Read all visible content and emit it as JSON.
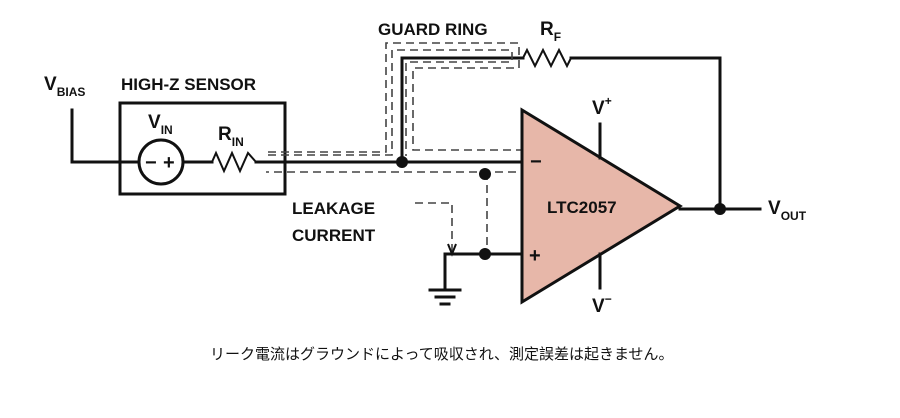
{
  "labels": {
    "vbias_main": "V",
    "vbias_sub": "BIAS",
    "sensor_title": "HIGH-Z SENSOR",
    "vin_main": "V",
    "vin_sub": "IN",
    "rin_main": "R",
    "rin_sub": "IN",
    "guard_ring": "GUARD RING",
    "rf_main": "R",
    "rf_sub": "F",
    "vplus_main": "V",
    "vplus_sup": "+",
    "vminus_main": "V",
    "vminus_sup": "−",
    "opamp_name": "LTC2057",
    "opamp_minus": "−",
    "opamp_plus": "+",
    "vout_main": "V",
    "vout_sub": "OUT",
    "leakage_line1": "LEAKAGE",
    "leakage_line2": "CURRENT",
    "source_minus": "−",
    "source_plus": "+"
  },
  "caption": "リーク電流はグラウンドによって吸収され、測定誤差は起きません。",
  "colors": {
    "opamp_fill": "#e7b7a9",
    "line": "#111111",
    "guard_dash": "#444444"
  }
}
